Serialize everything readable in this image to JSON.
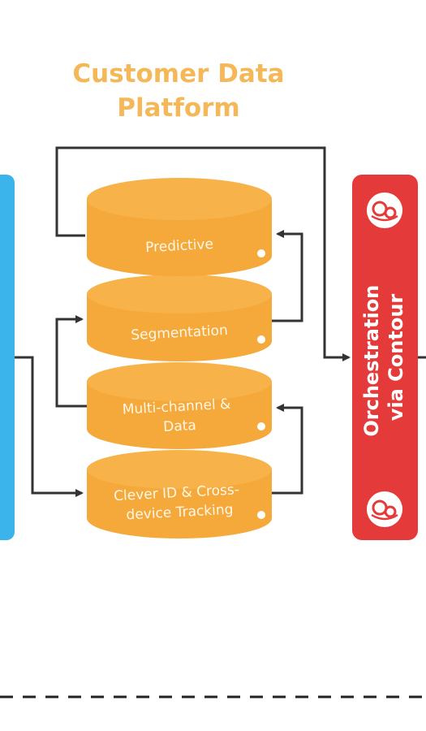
{
  "title": {
    "line1": "Customer Data",
    "line2": "Platform"
  },
  "layers": [
    {
      "label_lines": [
        "Predictive"
      ]
    },
    {
      "label_lines": [
        "Segmentation"
      ]
    },
    {
      "label_lines": [
        "Multi-channel &",
        "Data"
      ]
    },
    {
      "label_lines": [
        "Clever ID & Cross-",
        "device Tracking"
      ]
    }
  ],
  "orchestration": {
    "line1": "Orchestration",
    "line2": "via Contour",
    "icon": "brain-gears-icon"
  },
  "colors": {
    "cylinder": "#f5a93a",
    "cylinder_top": "#f7b24a",
    "orchestration": "#e53a3a",
    "left_panel": "#3bb4ec",
    "connector": "#333333",
    "title": "#f5b859"
  }
}
